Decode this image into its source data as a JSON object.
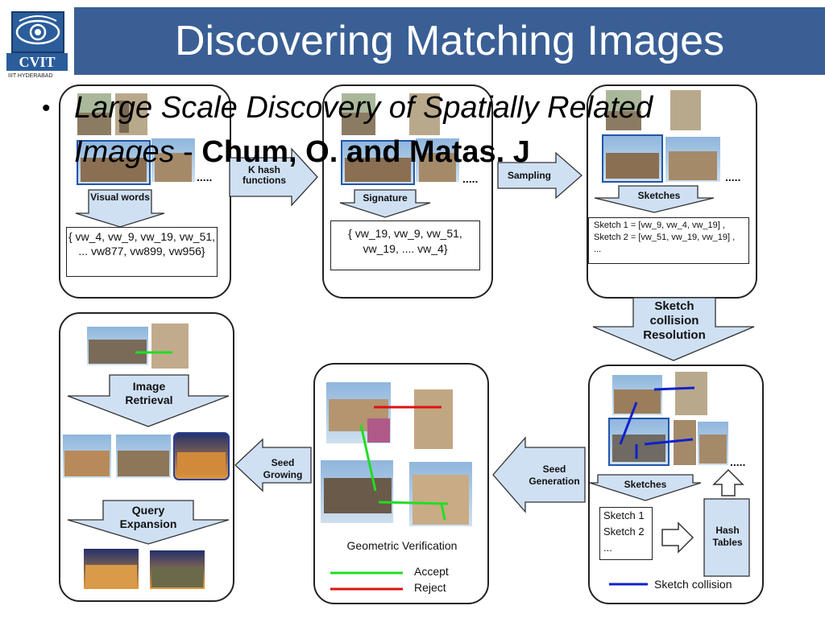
{
  "header": {
    "title": "Discovering Matching Images",
    "logo_text": "CVIT",
    "logo_sub": "IIIT HYDERABAD"
  },
  "bullet": {
    "line1": "Large Scale Discovery of Spatially Related",
    "line2_italic": "Images",
    "line2_sep": " - ",
    "line2_bold": "Chum, O. and Matas. J"
  },
  "diagram": {
    "dots": ".....",
    "visual_words_label": "Visual words",
    "visual_words_text": "{ vw_4, vw_9, vw_19, vw_51, ... vw877, vw899, vw956}",
    "k_hash_label": "K hash functions",
    "signature_label": "Signature",
    "signature_text": "{ vw_19, vw_9, vw_51, vw_19, .... vw_4}",
    "sampling_label": "Sampling",
    "sketches_label": "Sketches",
    "sketches_text_1": "Sketch 1 = [vw_9, vw_4, vw_19] ,",
    "sketches_text_2": "Sketch 2 = [vw_51, vw_19, vw_19] ,",
    "sketches_text_3": "...",
    "collision_resolution_label": "Sketch collision Resolution",
    "hash_sketch_1": "Sketch 1",
    "hash_sketch_2": "Sketch 2",
    "hash_sketch_3": "...",
    "hash_tables_label": "Hash Tables",
    "sketch_collision_legend": "Sketch collision",
    "seed_generation_label": "Seed Generation",
    "geometric_verification": "Geometric Verification",
    "accept": "Accept",
    "reject": "Reject",
    "seed_growing_label": "Seed Growing",
    "image_retrieval_label": "Image Retrieval",
    "query_expansion_label": "Query Expansion"
  },
  "colors": {
    "title_bar": "#3a5f95",
    "arrow_fill": "#cfe0f3",
    "accept": "#22dd22",
    "reject": "#dd1111",
    "collision": "#1020cc",
    "highlight": "#2255aa"
  }
}
